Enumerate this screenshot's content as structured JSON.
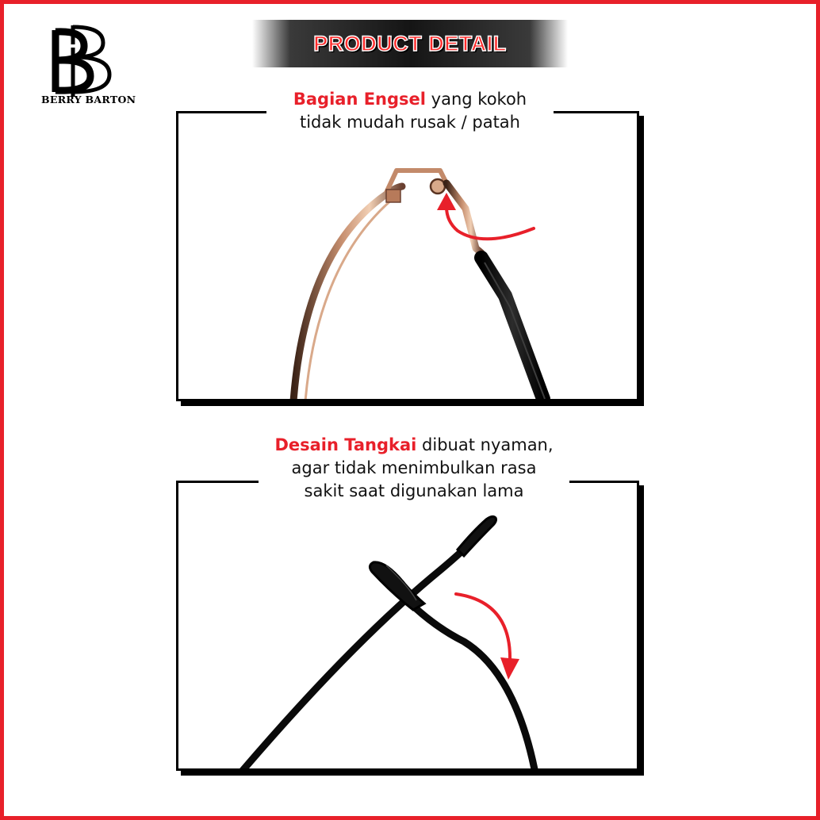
{
  "brand": {
    "name": "BERRY BARTON",
    "monogram": "BB",
    "logo_icon": "bb-monogram-logo"
  },
  "header": {
    "title": "PRODUCT DETAIL"
  },
  "sections": [
    {
      "highlight": "Bagian Engsel",
      "rest_line1": "yang kokoh",
      "line2": "tidak mudah rusak / patah",
      "image": "glasses-hinge-photo",
      "arrow_icon": "red-curved-arrow-icon"
    },
    {
      "highlight": "Desain Tangkai",
      "rest_line1": "dibuat nyaman,",
      "line2": "agar tidak menimbulkan rasa",
      "line3": "sakit saat digunakan lama",
      "image": "glasses-temple-photo",
      "arrow_icon": "red-curved-arrow-icon"
    }
  ],
  "colors": {
    "accent": "#e8202a",
    "frame_black": "#000000",
    "banner_dark": "#151515",
    "rose_gold": "#b5805f"
  }
}
